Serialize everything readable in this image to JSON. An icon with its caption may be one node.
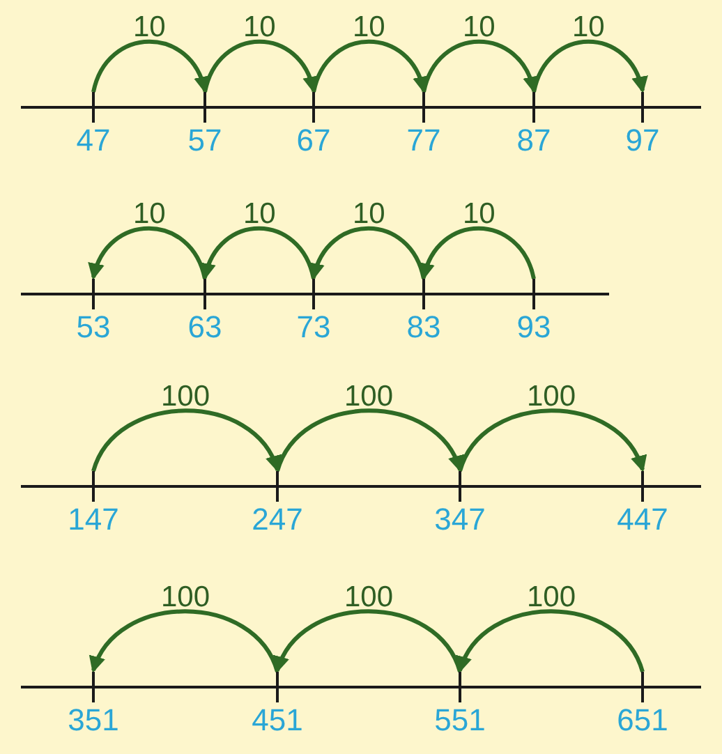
{
  "diagram": {
    "nodes": [
      {
        "text": [
          "47"
        ]
      },
      {
        "text": [
          "57"
        ]
      },
      {
        "text": [
          "67"
        ]
      },
      {
        "text": [
          "77"
        ]
      },
      {
        "text": [
          "87"
        ]
      },
      {
        "text": [
          "97"
        ]
      },
      {
        "text": [
          "53"
        ]
      },
      {
        "text": [
          "63"
        ]
      },
      {
        "text": [
          "73"
        ]
      },
      {
        "text": [
          "83"
        ]
      },
      {
        "text": [
          "93"
        ]
      },
      {
        "text": [
          "147"
        ]
      },
      {
        "text": [
          "247"
        ]
      },
      {
        "text": [
          "347"
        ]
      },
      {
        "text": [
          "447"
        ]
      },
      {
        "text": [
          "351"
        ]
      },
      {
        "text": [
          "451"
        ]
      },
      {
        "text": [
          "551"
        ]
      },
      {
        "text": [
          "651"
        ]
      }
    ],
    "edges": [
      {
        "from": 0,
        "to": 1,
        "arrow": "to",
        "label": "10"
      },
      {
        "from": 1,
        "to": 2,
        "arrow": "to",
        "label": "10"
      },
      {
        "from": 2,
        "to": 3,
        "arrow": "to",
        "label": "10"
      },
      {
        "from": 3,
        "to": 4,
        "arrow": "to",
        "label": "10"
      },
      {
        "from": 4,
        "to": 5,
        "arrow": "to",
        "label": "10"
      },
      {
        "from": 7,
        "to": 6,
        "arrow": "to",
        "label": "10"
      },
      {
        "from": 8,
        "to": 7,
        "arrow": "to",
        "label": "10"
      },
      {
        "from": 9,
        "to": 8,
        "arrow": "to",
        "label": "10"
      },
      {
        "from": 10,
        "to": 9,
        "arrow": "to",
        "label": "10"
      },
      {
        "from": 11,
        "to": 12,
        "arrow": "to",
        "label": "100"
      },
      {
        "from": 12,
        "to": 13,
        "arrow": "to",
        "label": "100"
      },
      {
        "from": 13,
        "to": 14,
        "arrow": "to",
        "label": "100"
      },
      {
        "from": 16,
        "to": 15,
        "arrow": "to",
        "label": "100"
      },
      {
        "from": 17,
        "to": 16,
        "arrow": "to",
        "label": "100"
      },
      {
        "from": 18,
        "to": 17,
        "arrow": "to",
        "label": "100"
      }
    ]
  }
}
